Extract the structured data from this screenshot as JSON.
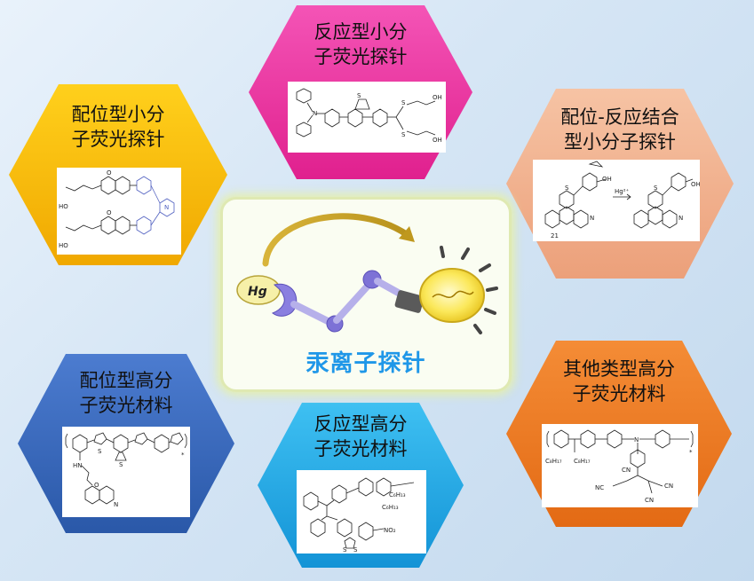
{
  "center": {
    "title": "汞离子探针",
    "hg_label": "Hg"
  },
  "hexagons": [
    {
      "id": "coord-small",
      "title": [
        "配位型小分",
        "子荧光探针"
      ],
      "color": "#f5b800"
    },
    {
      "id": "react-small",
      "title": [
        "反应型小分",
        "子荧光探针"
      ],
      "color": "#ea2f9e"
    },
    {
      "id": "coord-react",
      "title": [
        "配位-反应结合",
        "型小分子探针"
      ],
      "color": "#f1ab85"
    },
    {
      "id": "coord-poly",
      "title": [
        "配位型高分",
        "子荧光材料"
      ],
      "color": "#3362b4"
    },
    {
      "id": "react-poly",
      "title": [
        "反应型高分",
        "子荧光材料"
      ],
      "color": "#1aa4e2"
    },
    {
      "id": "other-poly",
      "title": [
        "其他类型高分",
        "子荧光材料"
      ],
      "color": "#ee7a24"
    }
  ],
  "structure_labels": {
    "oh": "OH",
    "s": "S",
    "n": "N",
    "o": "O",
    "hn": "HN",
    "nc": "NC",
    "cn": "CN",
    "hg2": "Hg²⁺",
    "num21": "21",
    "c8": "C₈H₁₇",
    "c6": "C₆H₁₃",
    "no2": "NO₂",
    "ho": "HO",
    "n_star": "*"
  }
}
